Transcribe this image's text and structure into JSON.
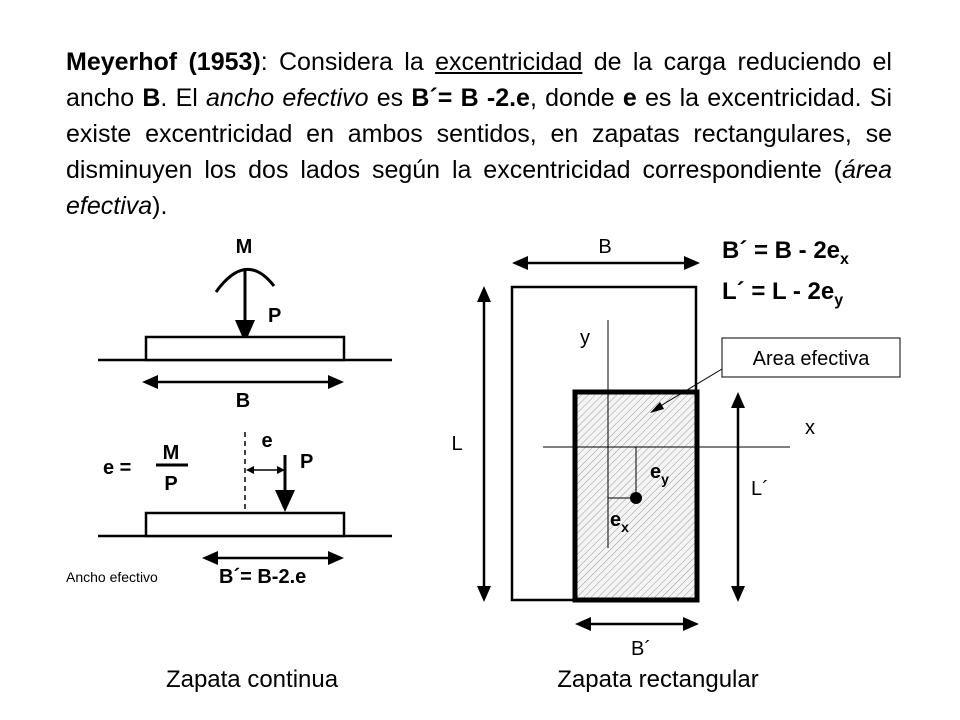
{
  "paragraph": {
    "p1": "Meyerhof (1953)",
    "p2": ": Considera la ",
    "p3": "excentricidad",
    "p4": " de la carga reduciendo el ancho ",
    "p5": "B",
    "p6": ". El ",
    "p7": "ancho efectivo",
    "p8": " es ",
    "p9": "B´= B -2.e",
    "p10": ", donde ",
    "p11": "e",
    "p12": " es la excentricidad. Si existe excentricidad en ambos sentidos, en zapatas rectangulares, se disminuyen los dos lados según la excentricidad correspondiente (",
    "p13": "área efectiva",
    "p14": ")."
  },
  "continua": {
    "moment_label": "M",
    "load_label": "P",
    "width_label": "B",
    "e_label": "e",
    "load_label2": "P",
    "formula_lhs": "e =",
    "formula_num": "M",
    "formula_den": "P",
    "ancho_caption": "Ancho efectivo",
    "effective_width": "B´= B-2.e",
    "caption": "Zapata continua"
  },
  "rectangular": {
    "width_label": "B",
    "length_label": "L",
    "y_axis": "y",
    "x_axis": "x",
    "area_label": "Area efectiva",
    "ey_base": "e",
    "ey_sub": "y",
    "ex_base": "e",
    "ex_sub": "x",
    "length_eff_label": "L´",
    "width_eff_label": "B´",
    "caption": "Zapata rectangular",
    "eq1_base": "B´ = B -  2e",
    "eq1_sub": "x",
    "eq2_base": "L´ = L -  2e",
    "eq2_sub": "y"
  }
}
